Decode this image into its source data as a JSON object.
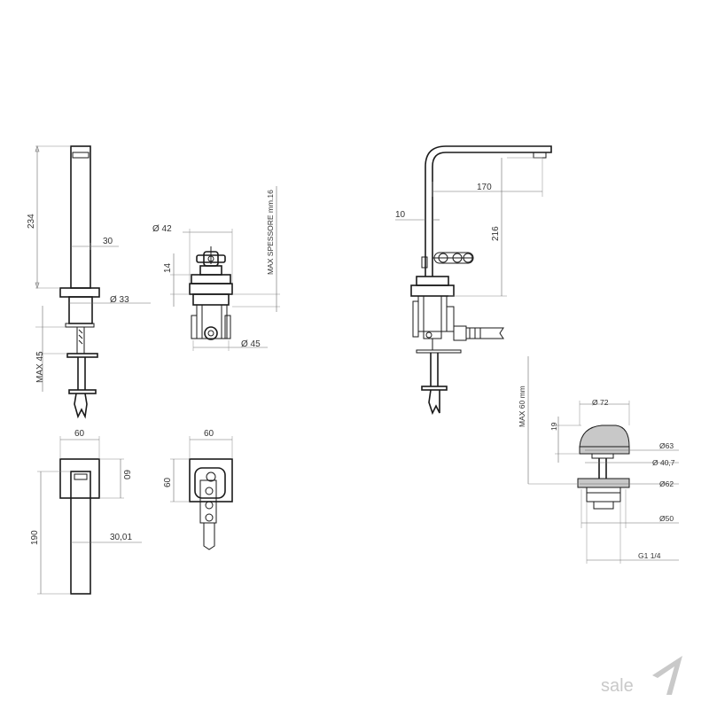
{
  "dimensions": {
    "front_height": "234",
    "front_width": "30",
    "front_base_dia": "Ø 33",
    "front_max": "MAX 45",
    "handle_dia": "Ø 42",
    "handle_h": "14",
    "thickness": "MAX SPESSORE mm.16",
    "body_dia": "Ø  45",
    "side_reach": "170",
    "side_offset": "10",
    "side_height": "216",
    "plan_width": "60",
    "plan_depth": "60",
    "plan_length": "190",
    "plan_spout": "30,01",
    "mixer_plan_width": "60",
    "mixer_plan_depth": "60",
    "waste_max": "MAX 60 mm",
    "waste_cap_dia": "Ø 72",
    "waste_h": "19",
    "waste_d63": "Ø63",
    "waste_d40": "Ø 40,7",
    "waste_d62": "Ø62",
    "waste_d50": "Ø50",
    "waste_thread": "G1 1/4"
  },
  "brand": {
    "name": "sale",
    "mark_icon": "seven-mark-icon"
  }
}
